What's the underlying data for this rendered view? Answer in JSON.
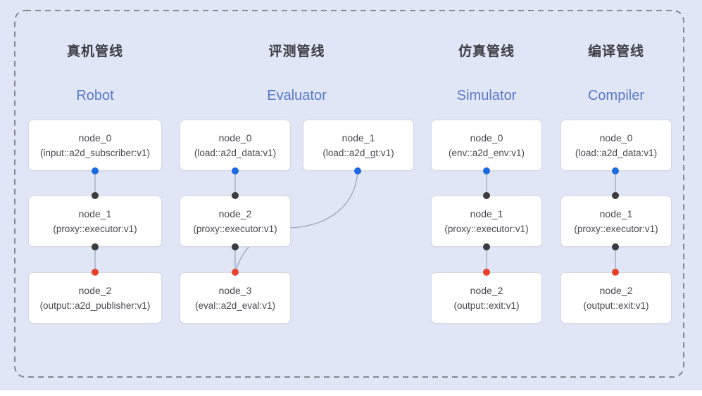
{
  "diagram": {
    "kind": "pipeline-node-graph",
    "colors": {
      "background": "#e0e6f6",
      "frame_dash": "#87888e",
      "box_background": "#ffffff",
      "box_border": "#d5d8e2",
      "node_text": "#47484d",
      "title_zh_color": "#3c3d43",
      "title_en_color": "#5b7ac8",
      "wire": "#9aa3b6",
      "port_blue": "#1d6ae0",
      "port_black": "#3b3b3d",
      "port_red": "#e8422d"
    }
  },
  "pipelines": [
    {
      "title_zh": "真机管线",
      "title_en": "Robot",
      "nodes": [
        {
          "name": "node_0",
          "impl": "(input::a2d_subscriber:v1)"
        },
        {
          "name": "node_1",
          "impl": "(proxy::executor:v1)"
        },
        {
          "name": "node_2",
          "impl": "(output::a2d_publisher:v1)"
        }
      ]
    },
    {
      "title_zh": "评测管线",
      "title_en": "Evaluator",
      "nodes": [
        {
          "name": "node_0",
          "impl": "(load::a2d_data:v1)"
        },
        {
          "name": "node_1",
          "impl": "(load::a2d_gt:v1)"
        },
        {
          "name": "node_2",
          "impl": "(proxy::executor:v1)"
        },
        {
          "name": "node_3",
          "impl": "(eval::a2d_eval:v1)"
        }
      ]
    },
    {
      "title_zh": "仿真管线",
      "title_en": "Simulator",
      "nodes": [
        {
          "name": "node_0",
          "impl": "(env::a2d_env:v1)"
        },
        {
          "name": "node_1",
          "impl": "(proxy::executor:v1)"
        },
        {
          "name": "node_2",
          "impl": "(output::exit:v1)"
        }
      ]
    },
    {
      "title_zh": "编译管线",
      "title_en": "Compiler",
      "nodes": [
        {
          "name": "node_0",
          "impl": "(load::a2d_data:v1)"
        },
        {
          "name": "node_1",
          "impl": "(proxy::executor:v1)"
        },
        {
          "name": "node_2",
          "impl": "(output::exit:v1)"
        }
      ]
    }
  ]
}
